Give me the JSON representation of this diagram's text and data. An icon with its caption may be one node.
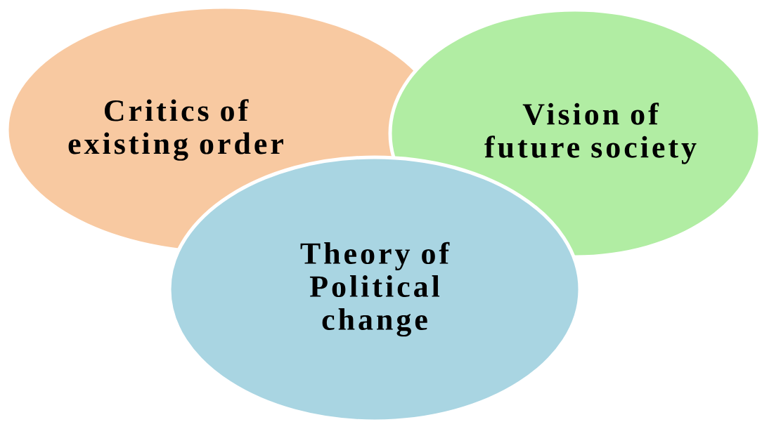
{
  "diagram": {
    "nodes": [
      {
        "text": [
          "Critics of existing order"
        ]
      },
      {
        "text": [
          "Vision of future society"
        ]
      },
      {
        "text": [
          "Theory of Political change"
        ]
      }
    ]
  }
}
